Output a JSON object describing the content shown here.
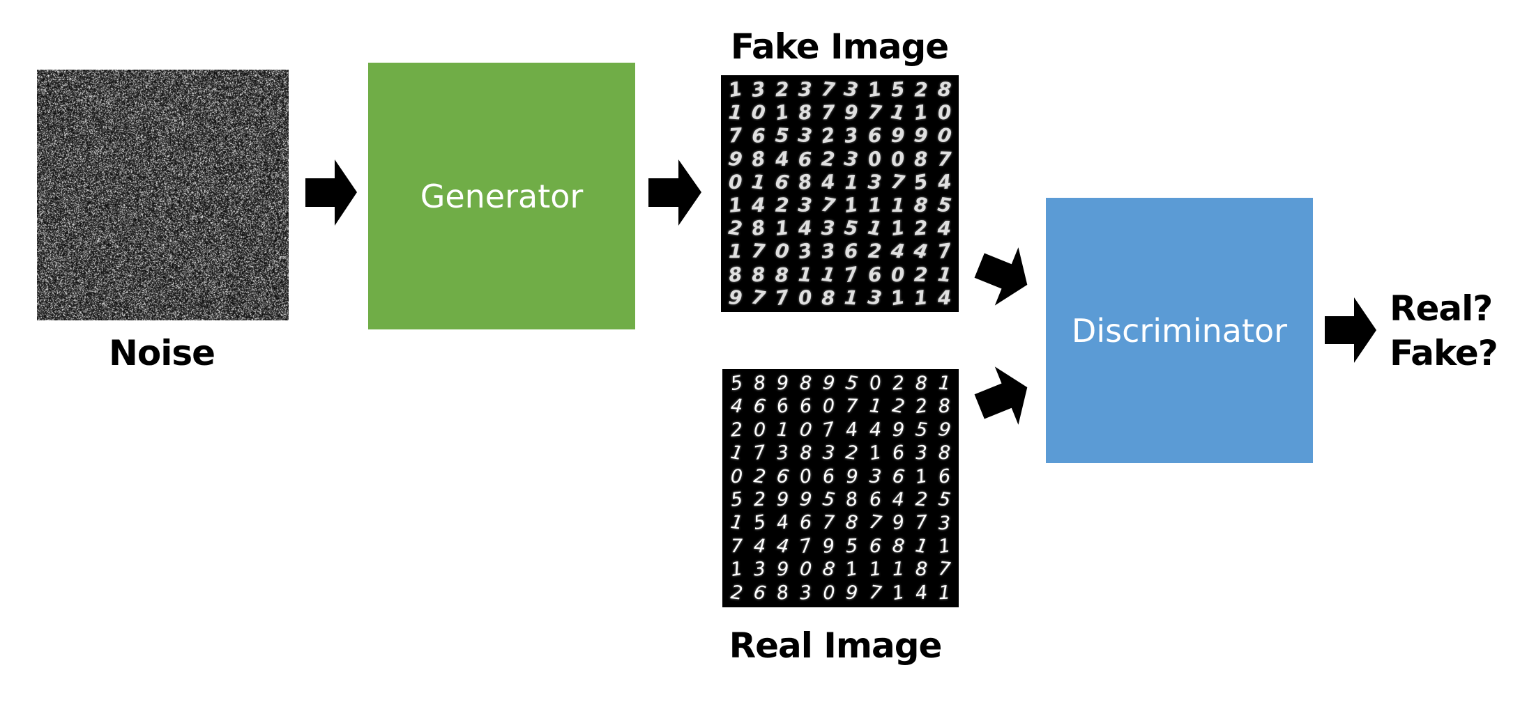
{
  "labels": {
    "noise": "Noise",
    "generator": "Generator",
    "fake_image": "Fake Image",
    "real_image": "Real Image",
    "discriminator": "Discriminator",
    "output_real": "Real?",
    "output_fake": "Fake?"
  },
  "colors": {
    "generator": "#70AD47",
    "discriminator": "#5B9BD5",
    "arrow": "#000000"
  },
  "fake_digits": [
    "1323731528",
    "1018797110",
    "7653236990",
    "9846230087",
    "0168413754",
    "1423711185",
    "2814351124",
    "1703362447",
    "8881176021",
    "9770813114"
  ],
  "real_digits": [
    "5898950281",
    "4666071228",
    "2010744959",
    "1738321638",
    "0260693616",
    "5299586425",
    "1546787973",
    "7447956811",
    "1390811187",
    "2683097141"
  ]
}
